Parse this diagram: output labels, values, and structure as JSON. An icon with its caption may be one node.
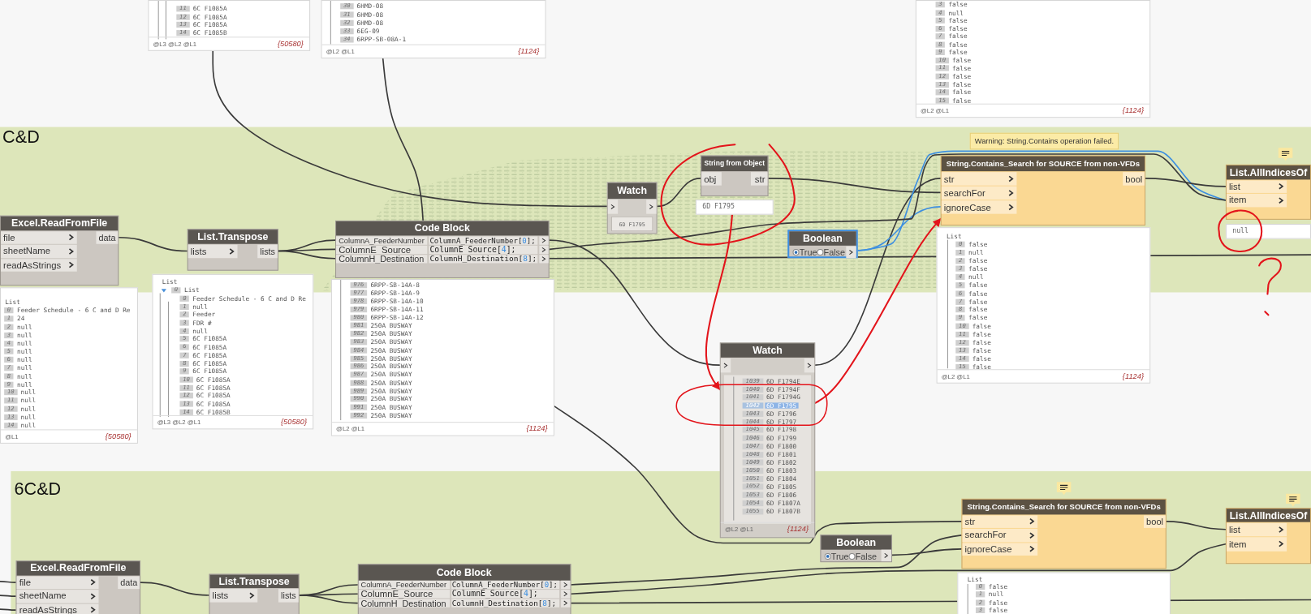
{
  "diagram": {
    "nodes": [
      {
        "text": [
          "11 6C F1085A",
          "12 6C F1085A",
          "13 6C F1085A",
          "14 6C F1085B",
          "@L3 @L2 @L1",
          "{50580}"
        ]
      },
      {
        "text": [
          "30 6HMD-08",
          "31 6HMD-08",
          "32 6HMD-08",
          "33 6EG-09",
          "34 6RPP-SB-08A-1",
          "@L2 @L1",
          "{1124}"
        ]
      },
      {
        "text": [
          "3 false",
          "4 null",
          "5 false",
          "6 false",
          "7 false",
          "8 false",
          "9 false",
          "10 false",
          "11 false",
          "12 false",
          "13 false",
          "14 false",
          "15 false",
          "@L2 @L1",
          "{1124}"
        ]
      },
      {
        "text": [
          "C&D"
        ]
      },
      {
        "text": [
          "Excel.ReadFromFile",
          "file",
          "sheetName",
          "readAsStrings",
          "data"
        ],
        "in": 3
      },
      {
        "text": [
          "List.Transpose",
          "lists",
          "lists"
        ],
        "in": 3
      },
      {
        "text": [
          "Code Block",
          "ColumnA_FeederNumber",
          "ColumnE_Source",
          "ColumnH_Destination",
          "ColumnA_FeederNumber[0];",
          "ColumnE_Source[4];",
          "ColumnH_Destination[8];"
        ],
        "in": 3
      },
      {
        "text": [
          "Watch",
          "6D F1795"
        ],
        "in": 3
      },
      {
        "text": [
          "String from Object",
          "obj",
          "str"
        ],
        "in": 3
      },
      {
        "text": [
          "6D F1795"
        ],
        "in": 3
      },
      {
        "text": [
          "Boolean",
          "True",
          "False"
        ],
        "in": 3
      },
      {
        "text": [
          "Warning: String.Contains operation failed."
        ],
        "in": 3
      },
      {
        "text": [
          "String.Contains_Search for SOURCE from non-VFDs",
          "str",
          "searchFor",
          "ignoreCase",
          "bool"
        ],
        "in": 3
      },
      {
        "text": [
          "List.AllIndicesOf",
          "list",
          "item"
        ],
        "in": 3
      },
      {
        "text": [
          "null"
        ],
        "in": 3
      },
      {
        "text": [
          "List",
          "0 Feeder Schedule - 6 C and D Re",
          "1 24",
          "2 null",
          "3 null",
          "4 null",
          "5 null",
          "6 null",
          "7 null",
          "8 null",
          "9 null",
          "10 null",
          "11 null",
          "12 null",
          "13 null",
          "14 null",
          "@L1",
          "{50580}"
        ]
      },
      {
        "text": [
          "List",
          "0 List",
          "0 Feeder Schedule - 6 C and D Re",
          "1 null",
          "2 Feeder",
          "3 FDR #",
          "4 null",
          "5 6C F1085A",
          "6 6C F1085A",
          "7 6C F1085A",
          "8 6C F1085A",
          "9 6C F1085A",
          "10 6C F1085A",
          "11 6C F1085A",
          "12 6C F1085A",
          "13 6C F1085A",
          "14 6C F1085B",
          "@L3 @L2 @L1",
          "{50580}"
        ]
      },
      {
        "text": [
          "976 6RPP-SB-14A-8",
          "977 6RPP-SB-14A-9",
          "978 6RPP-SB-14A-10",
          "979 6RPP-SB-14A-11",
          "980 6RPP-SB-14A-12",
          "981 250A BUSWAY",
          "982 250A BUSWAY",
          "983 250A BUSWAY",
          "984 250A BUSWAY",
          "985 250A BUSWAY",
          "986 250A BUSWAY",
          "987 250A BUSWAY",
          "988 250A BUSWAY",
          "989 250A BUSWAY",
          "990 250A BUSWAY",
          "991 250A BUSWAY",
          "992 250A BUSWAY",
          "@L2 @L1",
          "{1124}"
        ]
      },
      {
        "text": [
          "List",
          "0 false",
          "1 null",
          "2 false",
          "3 false",
          "4 null",
          "5 false",
          "6 false",
          "7 false",
          "8 false",
          "9 false",
          "10 false",
          "11 false",
          "12 false",
          "13 false",
          "14 false",
          "15 false",
          "@L2 @L1",
          "{1124}"
        ]
      },
      {
        "text": [
          "Watch",
          "1039 6D F1794E",
          "1040 6D F1794F",
          "1041 6D F1794G",
          "1042 6D F1795",
          "1043 6D F1796",
          "1044 6D F1797",
          "1045 6D F1798",
          "1046 6D F1799",
          "1047 6D F1800",
          "1048 6D F1801",
          "1049 6D F1802",
          "1050 6D F1803",
          "1051 6D F1804",
          "1052 6D F1805",
          "1053 6D F1806",
          "1054 6D F1807A",
          "1055 6D F1807B",
          "@L2 @L1",
          "{1124}"
        ]
      },
      {
        "text": [
          "6C&D"
        ]
      },
      {
        "text": [
          "Boolean",
          "True",
          "False"
        ],
        "in": 20
      },
      {
        "text": [
          "String.Contains_Search for SOURCE from non-VFDs",
          "str",
          "searchFor",
          "ignoreCase",
          "bool"
        ],
        "in": 20
      },
      {
        "text": [
          "List.AllIndicesOf",
          "list",
          "item"
        ],
        "in": 20
      },
      {
        "text": [
          "Excel.ReadFromFile",
          "file",
          "sheetName",
          "readAsStrings",
          "data"
        ],
        "in": 20
      },
      {
        "text": [
          "List.Transpose",
          "lists",
          "lists"
        ],
        "in": 20
      },
      {
        "text": [
          "Code Block",
          "ColumnA_FeederNumber",
          "ColumnE_Source",
          "ColumnH_Destination",
          "ColumnA_FeederNumber[0];",
          "ColumnE_Source[4];",
          "ColumnH_Destination[8];"
        ],
        "in": 20
      },
      {
        "text": [
          "List",
          "0 false",
          "1 null",
          "2 false",
          "3 false"
        ],
        "in": 20
      }
    ],
    "edges": [
      {
        "from": 0,
        "to": 7,
        "arrow": "none"
      },
      {
        "from": 1,
        "to": 6,
        "arrow": "none"
      },
      {
        "from": 4,
        "to": 5,
        "arrow": "none"
      },
      {
        "from": 5,
        "to": 6,
        "arrow": "none"
      },
      {
        "from": 5,
        "to": 6,
        "arrow": "none"
      },
      {
        "from": 5,
        "to": 6,
        "arrow": "none"
      },
      {
        "from": 7,
        "to": 8,
        "arrow": "none"
      },
      {
        "from": 8,
        "to": 12,
        "arrow": "none"
      },
      {
        "from": 6,
        "to": 19,
        "arrow": "none"
      },
      {
        "from": 19,
        "to": 12,
        "arrow": "none"
      },
      {
        "from": 10,
        "to": 12,
        "arrow": "none",
        "color": "#3d8fe0"
      },
      {
        "from": 10,
        "to": 13,
        "arrow": "none",
        "color": "#3d8fe0"
      },
      {
        "from": 12,
        "to": 13,
        "arrow": "none"
      },
      {
        "from": 6,
        "to": 13,
        "arrow": "none"
      },
      {
        "from": 6,
        "to": null,
        "arrow": "none"
      },
      {
        "from": 17,
        "to": 22,
        "arrow": "none"
      },
      {
        "from": 26,
        "to": 22,
        "arrow": "none"
      },
      {
        "from": 21,
        "to": 22,
        "arrow": "none"
      },
      {
        "from": 22,
        "to": 23,
        "arrow": "none"
      },
      {
        "from": 26,
        "to": 23,
        "arrow": "none"
      },
      {
        "from": 26,
        "to": null,
        "arrow": "none"
      },
      {
        "from": null,
        "to": 24,
        "arrow": "none"
      },
      {
        "from": null,
        "to": 24,
        "arrow": "none"
      },
      {
        "from": null,
        "to": 24,
        "arrow": "none"
      },
      {
        "from": 24,
        "to": 25,
        "arrow": "none"
      },
      {
        "from": 25,
        "to": 26,
        "arrow": "none"
      },
      {
        "from": 25,
        "to": 26,
        "arrow": "none"
      },
      {
        "from": 25,
        "to": 26,
        "arrow": "none"
      },
      {
        "from": 9,
        "to": 19,
        "arrow": "to",
        "color": "#e3141b"
      },
      {
        "from": 19,
        "to": 12,
        "arrow": "to",
        "color": "#e3141b"
      }
    ]
  }
}
